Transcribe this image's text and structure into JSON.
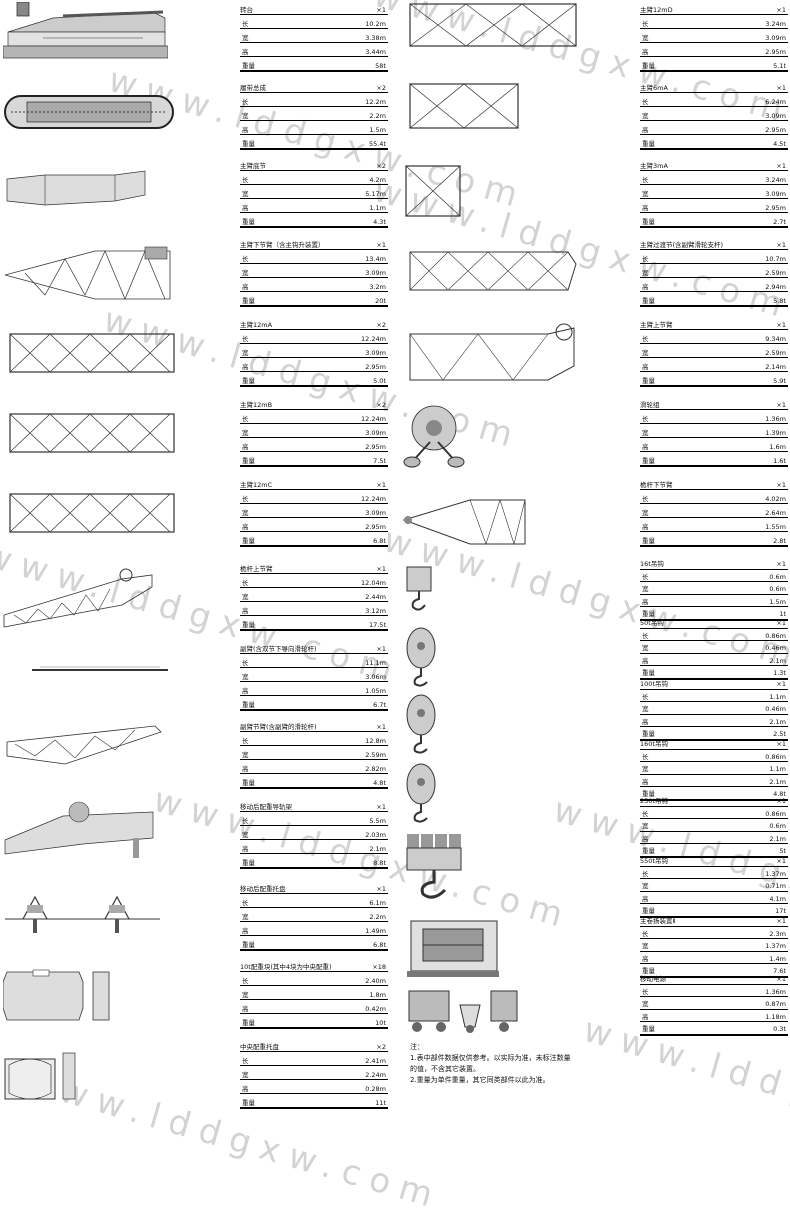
{
  "watermark": "www.lddgxw.com",
  "col1": [
    {
      "title": "转台",
      "qty": "×1",
      "rows": [
        [
          "长",
          "10.2m"
        ],
        [
          "宽",
          "3.38m"
        ],
        [
          "高",
          "3.44m"
        ],
        [
          "重量",
          "58t"
        ]
      ]
    },
    {
      "title": "履带总成",
      "qty": "×2",
      "rows": [
        [
          "长",
          "12.2m"
        ],
        [
          "宽",
          "2.2m"
        ],
        [
          "高",
          "1.5m"
        ],
        [
          "重量",
          "55.4t"
        ]
      ]
    },
    {
      "title": "主臂底节",
      "qty": "×2",
      "rows": [
        [
          "长",
          "4.2m"
        ],
        [
          "宽",
          "5.17m"
        ],
        [
          "高",
          "1.1m"
        ],
        [
          "重量",
          "4.3t"
        ]
      ]
    },
    {
      "title": "主臂下节臂（含主钩升装置）",
      "qty": "×1",
      "rows": [
        [
          "长",
          "13.4m"
        ],
        [
          "宽",
          "3.09m"
        ],
        [
          "高",
          "3.2m"
        ],
        [
          "重量",
          "20t"
        ]
      ]
    },
    {
      "title": "主臂12mA",
      "qty": "×2",
      "rows": [
        [
          "长",
          "12.24m"
        ],
        [
          "宽",
          "3.09m"
        ],
        [
          "高",
          "2.95m"
        ],
        [
          "重量",
          "5.0t"
        ]
      ]
    },
    {
      "title": "主臂12mB",
      "qty": "×2",
      "rows": [
        [
          "长",
          "12.24m"
        ],
        [
          "宽",
          "3.09m"
        ],
        [
          "高",
          "2.95m"
        ],
        [
          "重量",
          "7.5t"
        ]
      ]
    },
    {
      "title": "主臂12mC",
      "qty": "×1",
      "rows": [
        [
          "长",
          "12.24m"
        ],
        [
          "宽",
          "3.09m"
        ],
        [
          "高",
          "2.95m"
        ],
        [
          "重量",
          "6.8t"
        ]
      ]
    },
    {
      "title": "桅杆上节臂",
      "qty": "×1",
      "rows": [
        [
          "长",
          "12.04m"
        ],
        [
          "宽",
          "2.44m"
        ],
        [
          "高",
          "3.12m"
        ],
        [
          "重量",
          "17.5t"
        ]
      ]
    },
    {
      "title": "副臂(含双节下导向滑轮杆)",
      "qty": "×1",
      "rows": [
        [
          "长",
          "11.1m"
        ],
        [
          "宽",
          "3.06m"
        ],
        [
          "高",
          "1.05m"
        ],
        [
          "重量",
          "6.7t"
        ]
      ]
    },
    {
      "title": "副臂节臂(含副臂的滑轮杆)",
      "qty": "×1",
      "rows": [
        [
          "长",
          "12.8m"
        ],
        [
          "宽",
          "2.59m"
        ],
        [
          "高",
          "2.82m"
        ],
        [
          "重量",
          "4.8t"
        ]
      ]
    },
    {
      "title": "移动后配重导轨架",
      "qty": "×1",
      "rows": [
        [
          "长",
          "5.5m"
        ],
        [
          "宽",
          "2.03m"
        ],
        [
          "高",
          "2.1m"
        ],
        [
          "重量",
          "8.8t"
        ]
      ]
    },
    {
      "title": "移动后配重托盘",
      "qty": "×1",
      "rows": [
        [
          "长",
          "6.1m"
        ],
        [
          "宽",
          "2.2m"
        ],
        [
          "高",
          "1.49m"
        ],
        [
          "重量",
          "6.8t"
        ]
      ]
    },
    {
      "title": "10t配重块(其中4块为中央配重)",
      "qty": "×18",
      "rows": [
        [
          "长",
          "2.40m"
        ],
        [
          "宽",
          "1.8m"
        ],
        [
          "高",
          "0.42m"
        ],
        [
          "重量",
          "10t"
        ]
      ]
    },
    {
      "title": "中央配重托盘",
      "qty": "×2",
      "rows": [
        [
          "长",
          "2.41m"
        ],
        [
          "宽",
          "2.24m"
        ],
        [
          "高",
          "0.28m"
        ],
        [
          "重量",
          "11t"
        ]
      ]
    }
  ],
  "col2": [
    {
      "title": "主臂12mD",
      "qty": "×1",
      "rows": [
        [
          "长",
          "3.24m"
        ],
        [
          "宽",
          "3.09m"
        ],
        [
          "高",
          "2.95m"
        ],
        [
          "重量",
          "5.1t"
        ]
      ]
    },
    {
      "title": "主臂6mA",
      "qty": "×1",
      "rows": [
        [
          "长",
          "6.24m"
        ],
        [
          "宽",
          "3.09m"
        ],
        [
          "高",
          "2.95m"
        ],
        [
          "重量",
          "4.5t"
        ]
      ]
    },
    {
      "title": "主臂3mA",
      "qty": "×1",
      "rows": [
        [
          "长",
          "3.24m"
        ],
        [
          "宽",
          "3.09m"
        ],
        [
          "高",
          "2.95m"
        ],
        [
          "重量",
          "2.7t"
        ]
      ]
    },
    {
      "title": "主臂过渡节(含副臂滑轮支杆)",
      "qty": "×1",
      "rows": [
        [
          "长",
          "10.7m"
        ],
        [
          "宽",
          "2.59m"
        ],
        [
          "高",
          "2.94m"
        ],
        [
          "重量",
          "5.8t"
        ]
      ]
    },
    {
      "title": "主臂上节臂",
      "qty": "×1",
      "rows": [
        [
          "长",
          "9.34m"
        ],
        [
          "宽",
          "2.59m"
        ],
        [
          "高",
          "2.14m"
        ],
        [
          "重量",
          "5.9t"
        ]
      ]
    },
    {
      "title": "滑轮组",
      "qty": "×1",
      "rows": [
        [
          "长",
          "1.36m"
        ],
        [
          "宽",
          "1.39m"
        ],
        [
          "高",
          "1.6m"
        ],
        [
          "重量",
          "1.6t"
        ]
      ]
    },
    {
      "title": "桅杆下节臂",
      "qty": "×1",
      "rows": [
        [
          "长",
          "4.02m"
        ],
        [
          "宽",
          "2.64m"
        ],
        [
          "高",
          "1.55m"
        ],
        [
          "重量",
          "2.8t"
        ]
      ]
    },
    {
      "title": "16t吊钩",
      "qty": "×1",
      "small": true,
      "rows": [
        [
          "长",
          "0.6m"
        ],
        [
          "宽",
          "0.6m"
        ],
        [
          "高",
          "1.5m"
        ],
        [
          "重量",
          "1t"
        ]
      ]
    },
    {
      "title": "50t吊钩",
      "qty": "×1",
      "small": true,
      "rows": [
        [
          "长",
          "0.86m"
        ],
        [
          "宽",
          "0.46m"
        ],
        [
          "高",
          "2.1m"
        ],
        [
          "重量",
          "1.3t"
        ]
      ]
    },
    {
      "title": "100t吊钩",
      "qty": "×1",
      "small": true,
      "rows": [
        [
          "长",
          "1.1m"
        ],
        [
          "宽",
          "0.46m"
        ],
        [
          "高",
          "2.1m"
        ],
        [
          "重量",
          "2.5t"
        ]
      ]
    },
    {
      "title": "160t吊钩",
      "qty": "×1",
      "small": true,
      "rows": [
        [
          "长",
          "0.86m"
        ],
        [
          "宽",
          "1.1m"
        ],
        [
          "高",
          "2.1m"
        ],
        [
          "重量",
          "4.8t"
        ]
      ]
    },
    {
      "title": "250t吊钩",
      "qty": "×1",
      "small": true,
      "rows": [
        [
          "长",
          "0.86m"
        ],
        [
          "宽",
          "0.6m"
        ],
        [
          "高",
          "2.1m"
        ],
        [
          "重量",
          "5t"
        ]
      ]
    },
    {
      "title": "550t吊钩",
      "qty": "×1",
      "small": true,
      "rows": [
        [
          "长",
          "1.37m"
        ],
        [
          "宽",
          "0.71m"
        ],
        [
          "高",
          "4.1m"
        ],
        [
          "重量",
          "17t"
        ]
      ]
    },
    {
      "title": "主卷扬装置Ⅱ",
      "qty": "×1",
      "small": true,
      "rows": [
        [
          "长",
          "2.3m"
        ],
        [
          "宽",
          "1.37m"
        ],
        [
          "高",
          "1.4m"
        ],
        [
          "重量",
          "7.6t"
        ]
      ]
    },
    {
      "title": "移动电源",
      "qty": "×1",
      "small": true,
      "rows": [
        [
          "长",
          "1.36m"
        ],
        [
          "宽",
          "0.87m"
        ],
        [
          "高",
          "1.18m"
        ],
        [
          "重量",
          "0.3t"
        ]
      ]
    }
  ],
  "notes": {
    "title": "注：",
    "line1": "1.表中部件数据仅供参考。以实际为准，未标注数量",
    "line2": "的值，不含其它装置。",
    "line3": "2.重量为单件重量，其它同类部件以此为准。"
  }
}
